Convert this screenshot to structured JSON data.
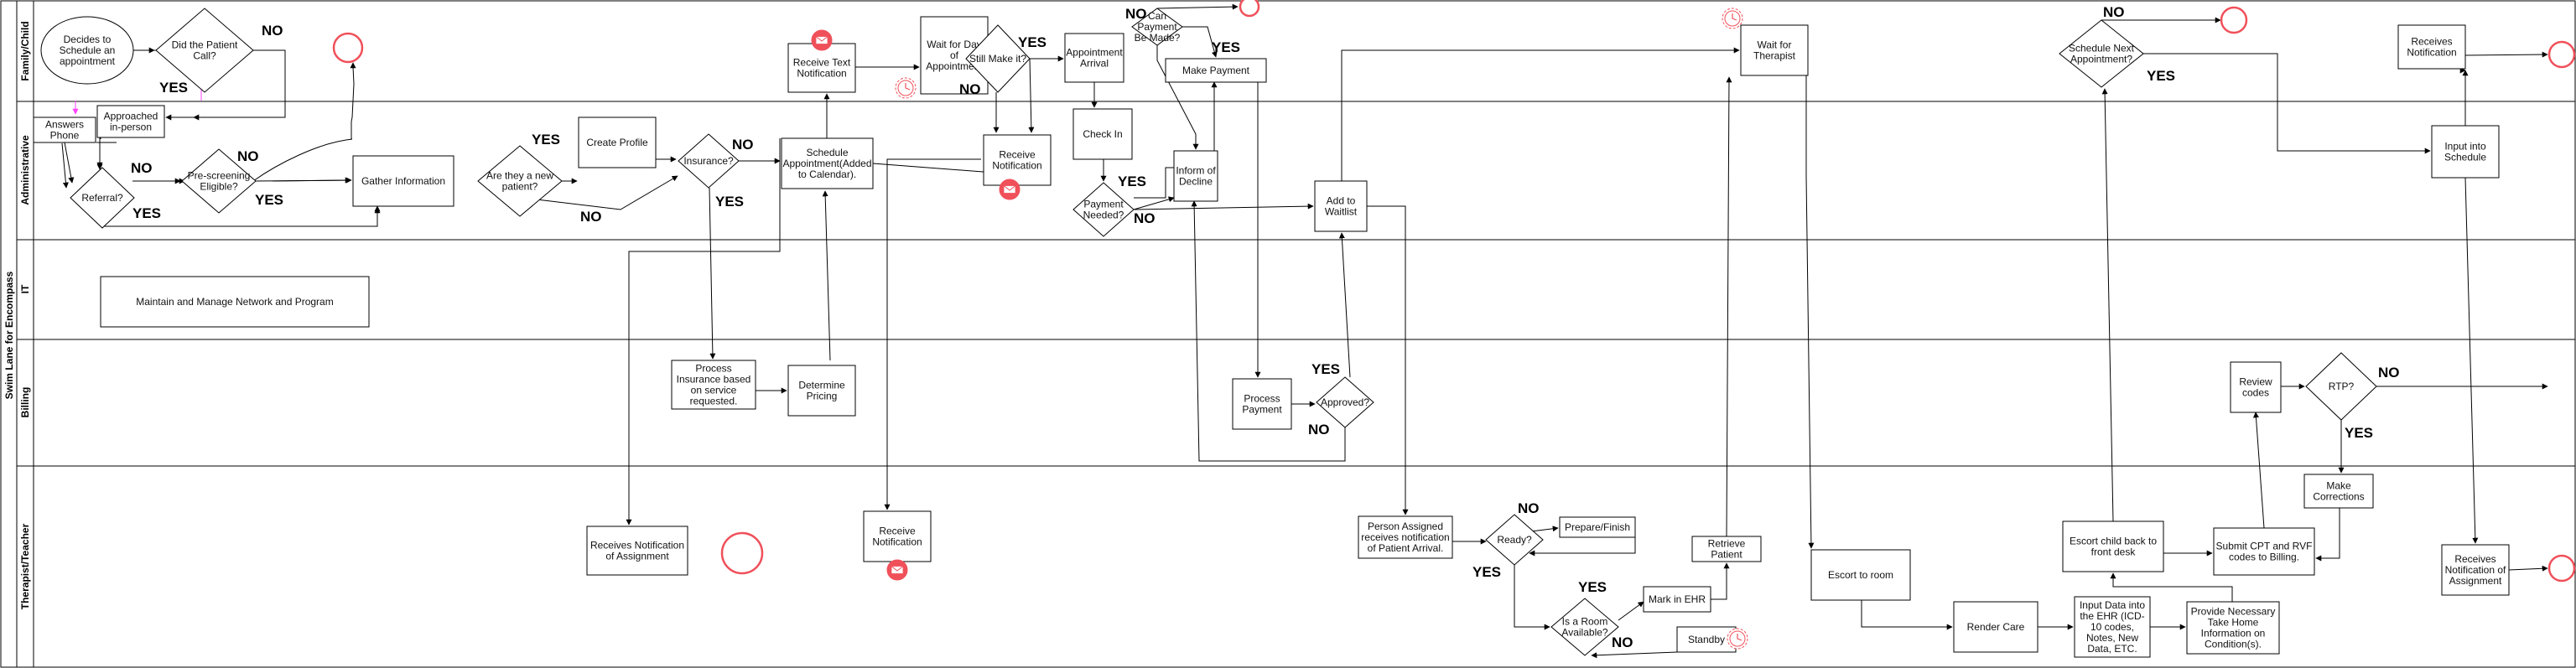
{
  "pool": {
    "title": "Swim Lane for Encompass",
    "lanes": [
      "Family/Child",
      "Administrative",
      "IT",
      "Billing",
      "Therapist/Teacher"
    ]
  },
  "nodes": {
    "decides": [
      "Decides to",
      "Schedule an",
      "appointment"
    ],
    "patient_call": [
      "Did the Patient",
      "Call?"
    ],
    "answers_phone": [
      "Answers",
      "Phone"
    ],
    "approached": [
      "Approached",
      "in-person"
    ],
    "referral": [
      "Referral?"
    ],
    "prescreen": [
      "Pre-screening",
      "Eligible?"
    ],
    "gather": [
      "Gather Information"
    ],
    "new_patient": [
      "Are they a new",
      "patient?"
    ],
    "create_profile": [
      "Create Profile"
    ],
    "insurance": [
      "Insurance?"
    ],
    "schedule_appt": [
      "Schedule",
      "Appointment(Added",
      "to Calendar)."
    ],
    "receive_text": [
      "Receive Text",
      "Notification"
    ],
    "wait_day": [
      "Wait for Day",
      "of",
      "Appointment"
    ],
    "still_make": [
      "Still Make it?"
    ],
    "appt_arrival": [
      "Appointment",
      "Arrival"
    ],
    "can_payment": [
      "Can",
      "Payment",
      "Be Made?"
    ],
    "make_payment": [
      "Make Payment"
    ],
    "receive_notif_admin": [
      "Receive",
      "Notification"
    ],
    "check_in": [
      "Check In"
    ],
    "payment_needed": [
      "Payment",
      "Needed?"
    ],
    "inform_decline": [
      "Inform of",
      "Decline"
    ],
    "add_waitlist": [
      "Add to",
      "Waitlist"
    ],
    "wait_therapist": [
      "Wait for",
      "Therapist"
    ],
    "maintain": [
      "Maintain and Manage Network and Program"
    ],
    "process_insurance": [
      "Process",
      "Insurance based",
      "on service",
      "requested."
    ],
    "determine_pricing": [
      "Determine",
      "Pricing"
    ],
    "process_payment": [
      "Process",
      "Payment"
    ],
    "approved": [
      "Approved?"
    ],
    "recv_assign_left": [
      "Receives Notification",
      "of Assignment"
    ],
    "receive_notif_ther": [
      "Receive",
      "Notification"
    ],
    "person_assigned": [
      "Person Assigned",
      "receives notification",
      "of Patient Arrival."
    ],
    "ready": [
      "Ready?"
    ],
    "prepare": [
      "Prepare/Finish"
    ],
    "retrieve": [
      "Retrieve",
      "Patient"
    ],
    "room_available": [
      "Is a Room",
      "Available?"
    ],
    "mark_ehr": [
      "Mark in EHR"
    ],
    "standby": [
      "Standby"
    ],
    "escort_room": [
      "Escort to room"
    ],
    "render_care": [
      "Render Care"
    ],
    "input_ehr": [
      "Input Data into",
      "the EHR (ICD-",
      "10 codes,",
      "Notes, New",
      "Data, ETC."
    ],
    "provide_info": [
      "Provide Necessary",
      "Take Home",
      "Information on",
      "Condition(s)."
    ],
    "escort_back": [
      "Escort child back to",
      "front desk"
    ],
    "submit_cpt": [
      "Submit CPT and RVF",
      "codes to Billing."
    ],
    "review_codes": [
      "Review",
      "codes"
    ],
    "rtp": [
      "RTP?"
    ],
    "make_corrections": [
      "Make",
      "Corrections"
    ],
    "schedule_next": [
      "Schedule Next",
      "Appointment?"
    ],
    "input_schedule": [
      "Input into",
      "Schedule"
    ],
    "recv_notif_family": [
      "Receives",
      "Notification"
    ],
    "recv_assign_right": [
      "Receives",
      "Notification of",
      "Assignment"
    ]
  },
  "edge_labels": {
    "call_no": "NO",
    "call_yes": "YES",
    "referral_no": "NO",
    "referral_yes": "YES",
    "prescreen_no": "NO",
    "prescreen_yes": "YES",
    "new_yes": "YES",
    "new_no": "NO",
    "ins_no": "NO",
    "ins_yes": "YES",
    "still_yes": "YES",
    "still_no": "NO",
    "can_no": "NO",
    "can_yes": "YES",
    "paymentneeded_yes": "YES",
    "paymentneeded_no": "NO",
    "approved_yes": "YES",
    "approved_no": "NO",
    "ready_no": "NO",
    "ready_yes": "YES",
    "room_yes": "YES",
    "room_no": "NO",
    "next_no": "NO",
    "next_yes": "YES",
    "rtp_no": "NO",
    "rtp_yes": "YES"
  },
  "colors": {
    "end_event": "#f0505a",
    "line": "#000000",
    "accent": "#ff40ff"
  }
}
